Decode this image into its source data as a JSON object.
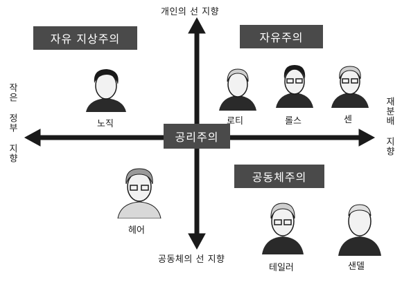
{
  "axes": {
    "top": "개인의 선 지향",
    "bottom": "공동체의 선 지향",
    "left": "작은 정부 지향",
    "right": "재분배 지향"
  },
  "center_label": "공리주의",
  "quadrants": {
    "top_left": "자유 지상주의",
    "top_right": "자유주의",
    "bottom_right": "공동체주의"
  },
  "people": [
    {
      "name": "노직",
      "icon": "portrait-icon"
    },
    {
      "name": "로티",
      "icon": "portrait-icon"
    },
    {
      "name": "롤스",
      "icon": "portrait-icon"
    },
    {
      "name": "센",
      "icon": "portrait-icon"
    },
    {
      "name": "헤어",
      "icon": "portrait-icon"
    },
    {
      "name": "테일러",
      "icon": "portrait-icon"
    },
    {
      "name": "샌델",
      "icon": "portrait-icon"
    }
  ],
  "colors": {
    "axis": "#1a1a1a",
    "label_box": "#4a4a4a",
    "label_text": "#ffffff"
  }
}
